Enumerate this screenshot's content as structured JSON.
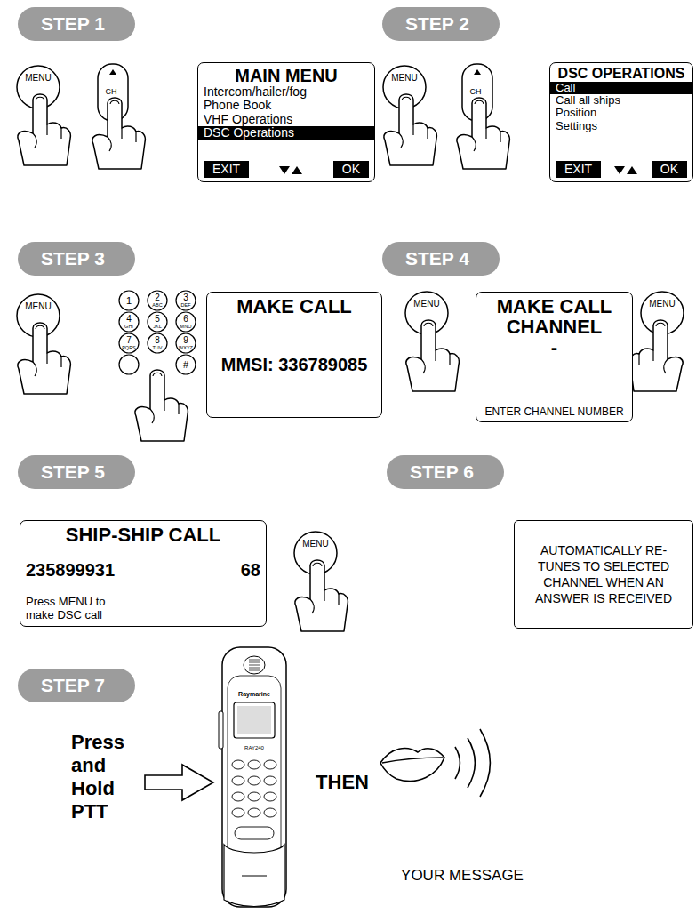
{
  "diagram": {
    "nodes": [
      {
        "text": [
          "STEP 1"
        ]
      },
      {
        "text": [
          "STEP 2"
        ]
      },
      {
        "text": [
          "MAIN MENU",
          "Intercom/hailer/fog",
          "Phone Book",
          "VHF Operations",
          "DSC Operations",
          "EXIT",
          "OK"
        ]
      },
      {
        "text": [
          "DSC OPERATIONS",
          "Call",
          "Call all ships",
          "Position",
          "Settings",
          "EXIT",
          "OK"
        ]
      },
      {
        "text": [
          "STEP 3"
        ]
      },
      {
        "text": [
          "STEP 4"
        ]
      },
      {
        "text": [
          "MAKE CALL",
          "MMSI: 336789085"
        ]
      },
      {
        "text": [
          "MAKE CALL",
          "CHANNEL",
          "-",
          "ENTER CHANNEL NUMBER"
        ]
      },
      {
        "text": [
          "STEP 5"
        ]
      },
      {
        "text": [
          "STEP 6"
        ]
      },
      {
        "text": [
          "SHIP-SHIP CALL",
          "235899931",
          "68",
          "Press MENU to make DSC call"
        ]
      },
      {
        "text": [
          "AUTOMATICALLY RE-TUNES TO SELECTED CHANNEL WHEN AN ANSWER IS RECEIVED"
        ]
      },
      {
        "text": [
          "STEP 7"
        ]
      }
    ],
    "labels": [
      "MENU",
      "CH",
      "MENU",
      "CH",
      "MENU",
      "1",
      "2",
      "ABC",
      "3",
      "DEF",
      "4",
      "GHI",
      "5",
      "JKL",
      "6",
      "MNO",
      "7",
      "PQRS",
      "8",
      "TUV",
      "9",
      "WXYZ",
      "#",
      "MENU",
      "MENU",
      "MENU",
      "Press and Hold PTT",
      "THEN",
      "YOUR MESSAGE",
      "Raymarine",
      "RAY240"
    ]
  }
}
